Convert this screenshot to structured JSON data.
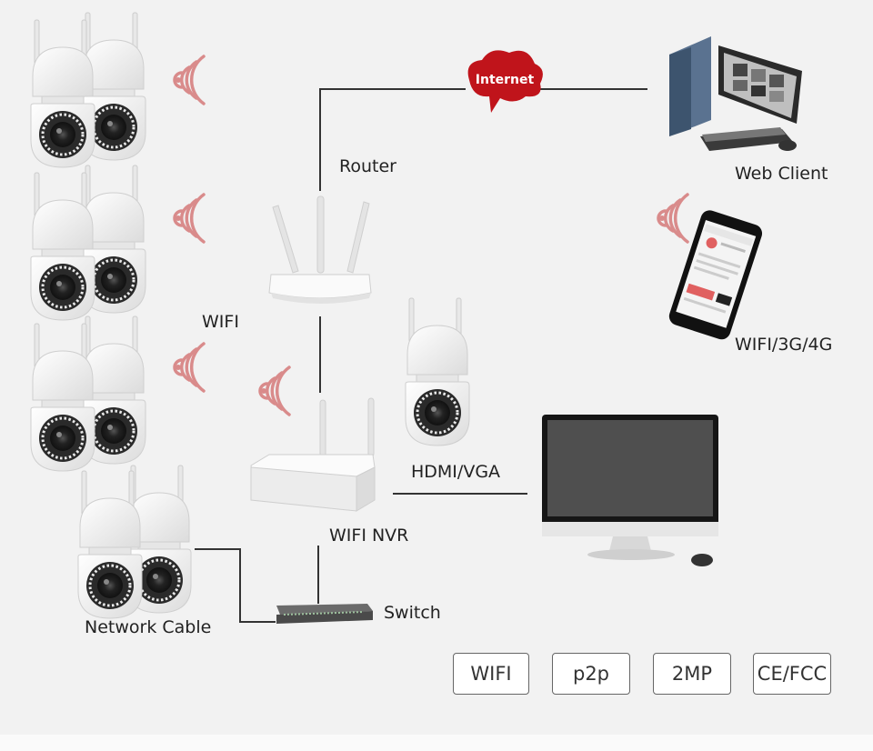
{
  "labels": {
    "internet": "Internet",
    "router": "Router",
    "web_client": "Web Client",
    "wifi": "WIFI",
    "mobile": "WIFI/3G/4G",
    "hdmi_vga": "HDMI/VGA",
    "wifi_nvr": "WIFI NVR",
    "switch": "Switch",
    "network_cable": "Network Cable"
  },
  "badges": [
    "WIFI",
    "p2p",
    "2MP",
    "CE/FCC"
  ],
  "colors": {
    "background": "#f2f2f2",
    "line": "#333333",
    "wifi_signal": "#d98b8b",
    "internet_cloud": "#c0141b"
  }
}
